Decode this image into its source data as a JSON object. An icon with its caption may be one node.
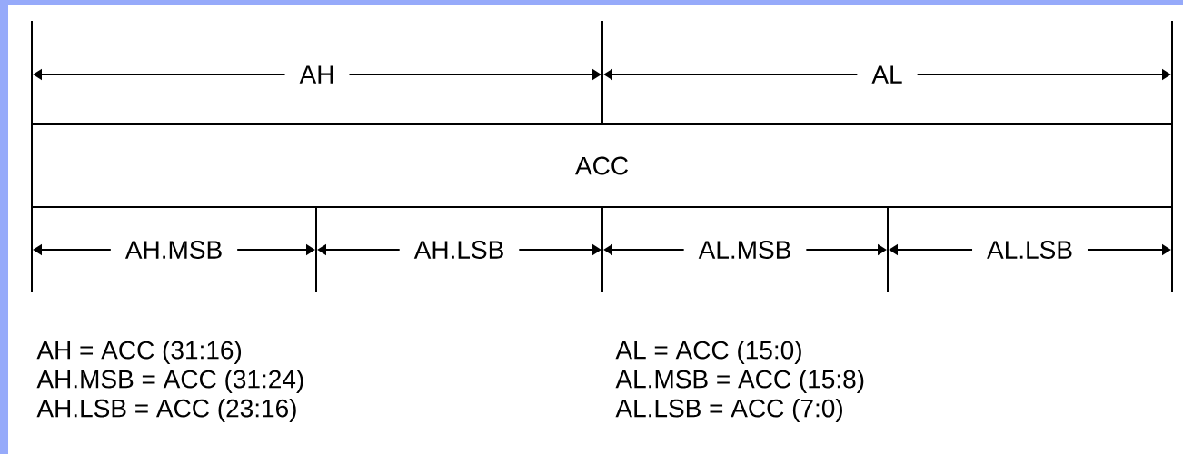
{
  "diagram": {
    "nodes": [
      {
        "text": [
          "ACC"
        ]
      }
    ],
    "labels": [
      "AH",
      "AL",
      "AH.MSB",
      "AH.LSB",
      "AL.MSB",
      "AL.LSB",
      "AH = ACC (31:16)",
      "AL = ACC (15:0)",
      "AH.MSB = ACC (31:24)",
      "AL.MSB = ACC (15:8)",
      "AH.LSB = ACC (23:16)",
      "AL.LSB = ACC (7:0)"
    ]
  }
}
